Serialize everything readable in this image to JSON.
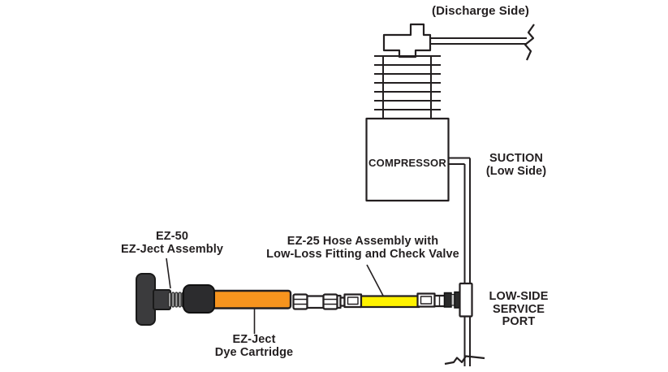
{
  "diagram": {
    "labels": {
      "discharge": {
        "text": "(Discharge Side)"
      },
      "compressor": {
        "text": "COMPRESSOR"
      },
      "suction": {
        "line1": "SUCTION",
        "line2": "(Low Side)"
      },
      "ez50": {
        "line1": "EZ-50",
        "line2": "EZ-Ject Assembly"
      },
      "ez25": {
        "line1": "EZ-25 Hose Assembly with",
        "line2": "Low-Loss Fitting and Check Valve"
      },
      "dye_cartridge": {
        "line1": "EZ-Ject",
        "line2": "Dye Cartridge"
      },
      "service_port": {
        "line1": "LOW-SIDE",
        "line2": "SERVICE",
        "line3": "PORT"
      }
    },
    "colors": {
      "line": "#231f20",
      "background": "#ffffff",
      "handle_dark": "#3b3b3d",
      "knob_black": "#2c2c2e",
      "thread_gray": "#a8a8a8",
      "cartridge_orange": "#f7941e",
      "hose_yellow": "#fff200",
      "fitting_black": "#2b2b2b",
      "fitting_ring_gray": "#c9c9c9",
      "port_white": "#ffffff"
    }
  }
}
